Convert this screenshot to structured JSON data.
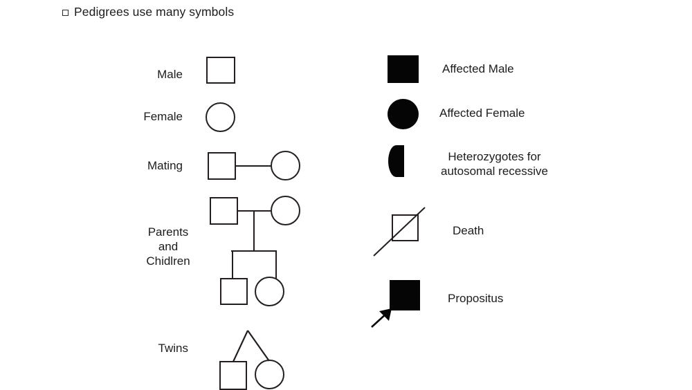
{
  "slide": {
    "background_color": "#ffffff",
    "ink_color": "#231f20",
    "fill_color": "#050505",
    "bullet": {
      "glyph_name": "hollow-square-bullet",
      "text": "Pedigrees use many symbols"
    }
  },
  "left_column": {
    "entries": [
      {
        "label": "Male",
        "symbol": "open-square"
      },
      {
        "label": "Female",
        "symbol": "open-circle"
      },
      {
        "label": "Mating",
        "symbol": "open-square-line-open-circle"
      },
      {
        "label_line1": "Parents",
        "label_line2": "and",
        "label_line3": "Chidlren",
        "symbol": "pedigree-two-generations"
      },
      {
        "label": "Twins",
        "symbol": "twin-fork-square-circle"
      }
    ]
  },
  "right_column": {
    "entries": [
      {
        "label": "Affected Male",
        "symbol": "filled-square"
      },
      {
        "label": "Affected Female",
        "symbol": "filled-circle"
      },
      {
        "label_line1": "Heterozygotes for",
        "label_line2": "autosomal recessive",
        "symbol": "half-filled-circle"
      },
      {
        "label": "Death",
        "symbol": "open-square-with-slash"
      },
      {
        "label": "Propositus",
        "symbol": "filled-square-with-arrow"
      }
    ]
  }
}
